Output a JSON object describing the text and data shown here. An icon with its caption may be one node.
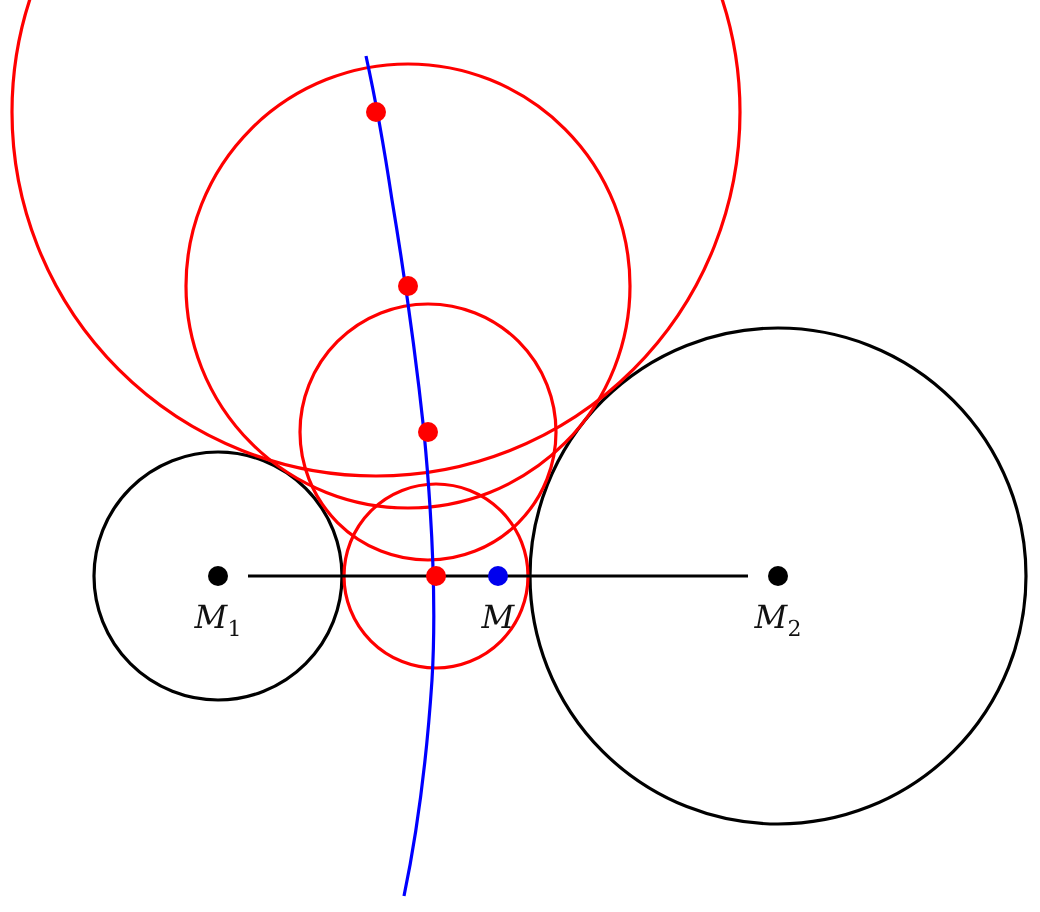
{
  "diagram": {
    "nodes": [
      {
        "text": [
          "M$_{1}$"
        ]
      },
      {
        "text": [
          "M"
        ]
      },
      {
        "text": [
          "M$_{2}$"
        ]
      }
    ],
    "edges": [
      {
        "from": 0,
        "to": 2,
        "arrow": "none"
      }
    ]
  }
}
